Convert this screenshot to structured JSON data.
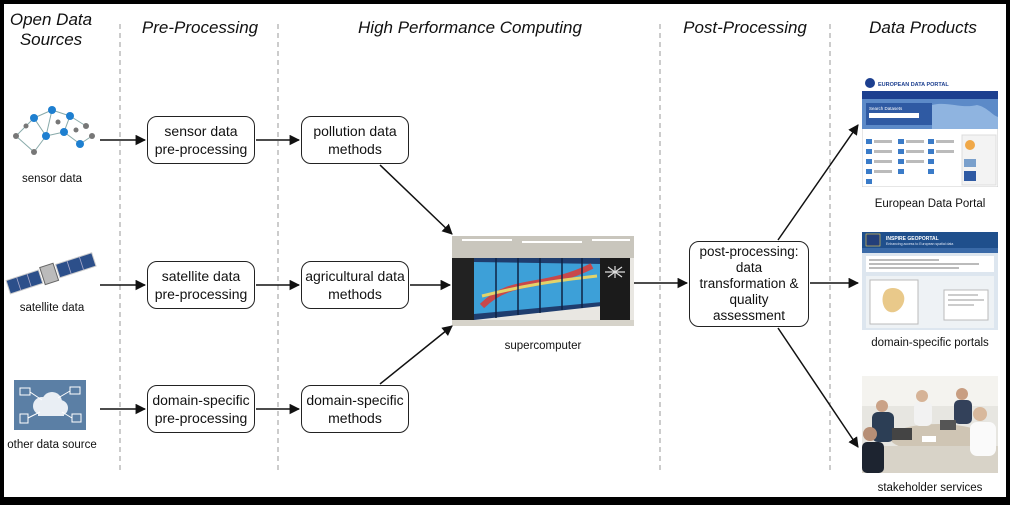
{
  "columns": {
    "open_data_sources": "Open Data\nSources",
    "pre_processing": "Pre-Processing",
    "hpc": "High Performance Computing",
    "post_processing": "Post-Processing",
    "data_products": "Data Products"
  },
  "sources": {
    "sensor": "sensor data",
    "satellite": "satellite data",
    "other": "other data source"
  },
  "pre_boxes": {
    "sensor": "sensor data\npre-processing",
    "satellite": "satellite data\npre-processing",
    "domain": "domain-specific\npre-processing"
  },
  "method_boxes": {
    "pollution": "pollution data\nmethods",
    "agricultural": "agricultural data\nmethods",
    "domain": "domain-specific\nmethods"
  },
  "supercomputer": "supercomputer",
  "post_box": "post-processing:\ndata\ntransformation &\nquality\nassessment",
  "products": {
    "edp": "European Data Portal",
    "domain_portals": "domain-specific portals",
    "stakeholder": "stakeholder services"
  },
  "portal_thumb": {
    "title": "EUROPEAN DATA PORTAL",
    "search": "Search Datasets",
    "inspire": "INSPIRE GEOPORTAL",
    "inspire_sub": "Enhancing access to European spatial data"
  }
}
